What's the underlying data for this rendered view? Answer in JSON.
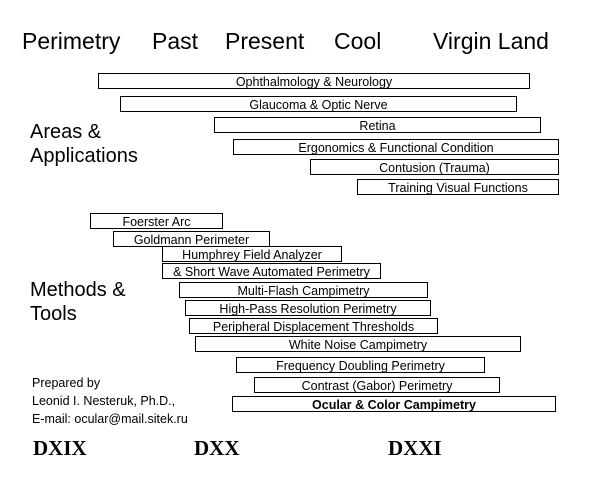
{
  "header": {
    "perimetry": "Perimetry",
    "past": "Past",
    "present": "Present",
    "cool": "Cool",
    "virgin_land": "Virgin Land"
  },
  "areas": {
    "label_line1": "Areas  &",
    "label_line2": "Applications",
    "items": [
      "Ophthalmology  &   Neurology",
      "Glaucoma & Optic Nerve",
      "Retina",
      "Ergonomics & Functional Condition",
      "Contusion (Trauma)",
      "Training Visual Functions"
    ]
  },
  "methods": {
    "label_line1": "Methods &",
    "label_line2": "Tools",
    "items": [
      "Foerster Arc",
      "Goldmann Perimeter",
      "Humphrey Field Analyzer",
      "& Short Wave Automated Perimetry",
      "Multi-Flash Campimetry",
      "High-Pass Resolution Perimetry",
      "Peripheral Displacement Thresholds",
      "White Noise Campimetry",
      "Frequency Doubling Perimetry",
      "Contrast (Gabor) Perimetry",
      "Ocular & Color Campimetry"
    ]
  },
  "credit": {
    "line1": "Prepared by",
    "line2": "Leonid I. Nesteruk, Ph.D.,",
    "line3": "E-mail: ocular@mail.sitek.ru"
  },
  "eras": {
    "dxix": "DXIX",
    "dxx": "DXX",
    "dxxi": "DXXI"
  }
}
